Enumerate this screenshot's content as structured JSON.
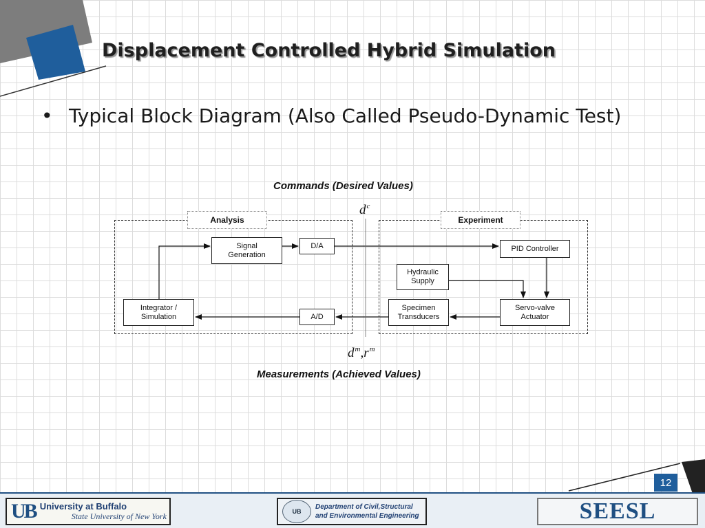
{
  "slide": {
    "title": "Displacement Controlled Hybrid Simulation",
    "bullet": "Typical Block Diagram (Also Called Pseudo-Dynamic Test)",
    "page_number": "12"
  },
  "diagram": {
    "top_caption": "Commands (Desired Values)",
    "bottom_caption": "Measurements (Achieved Values)",
    "command_symbol": {
      "base": "d",
      "sup": "c"
    },
    "measurement_symbol": {
      "base1": "d",
      "sup1": "m",
      "sep": ",",
      "base2": "r",
      "sup2": "m"
    },
    "regions": {
      "analysis": "Analysis",
      "experiment": "Experiment"
    },
    "blocks": {
      "signal_generation": [
        "Signal",
        "Generation"
      ],
      "da": "D/A",
      "integrator": [
        "Integrator /",
        "Simulation"
      ],
      "ad": "A/D",
      "pid": "PID Controller",
      "hydraulic": [
        "Hydraulic",
        "Supply"
      ],
      "specimen": [
        "Specimen",
        "Transducers"
      ],
      "servo": [
        "Servo-valve",
        "Actuator"
      ]
    }
  },
  "footer": {
    "ub_mark": "UB",
    "ub_name": "University at Buffalo",
    "ub_sub": "State University of New York",
    "dept_seal": "UB",
    "dept_line1": "Department of Civil,Structural",
    "dept_line2": "and Environmental Engineering",
    "seesl": "SEESL"
  },
  "colors": {
    "accent": "#1f5e9c",
    "corner_gray": "#7d7d7d",
    "footer_bg": "#e9eff5"
  }
}
